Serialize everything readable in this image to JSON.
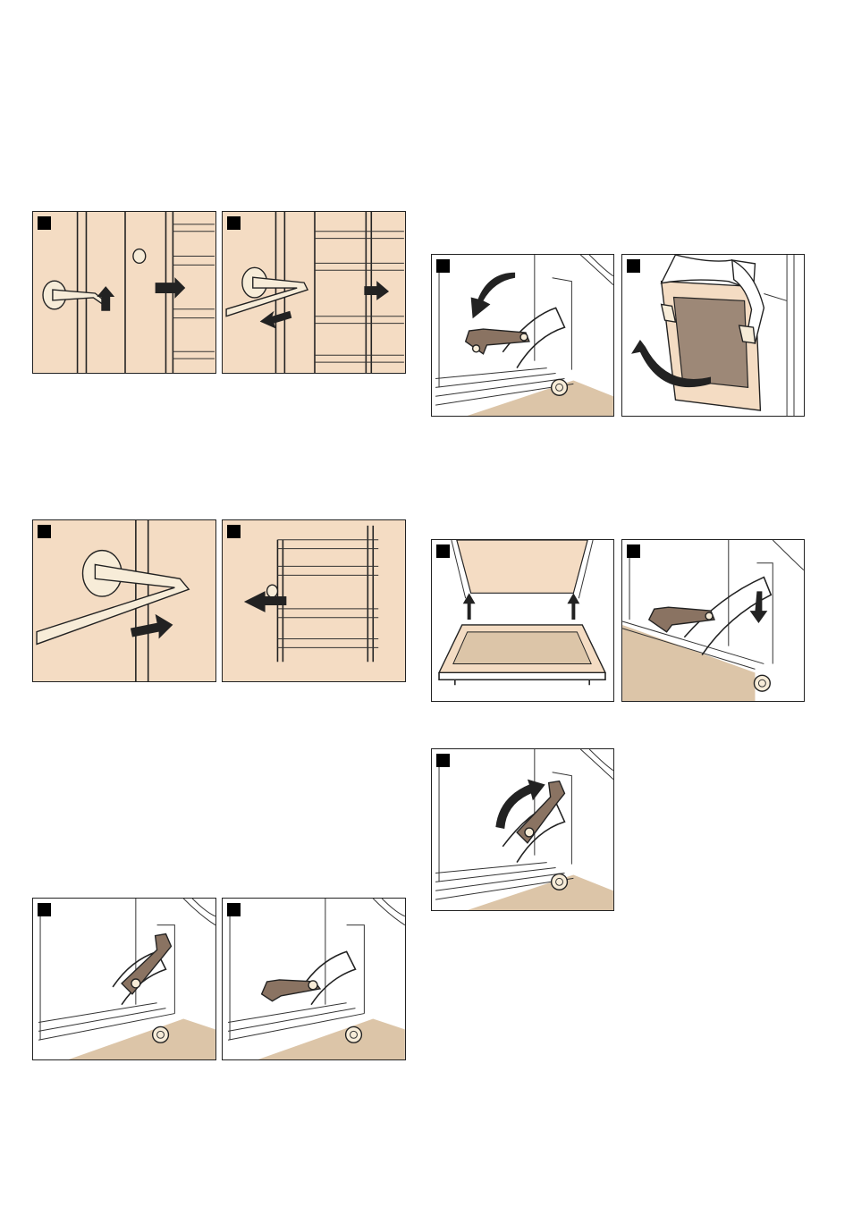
{
  "figures": [
    {
      "id": "fig-rail-lift",
      "badge": ""
    },
    {
      "id": "fig-rail-remove",
      "badge": ""
    },
    {
      "id": "fig-rail-insert",
      "badge": ""
    },
    {
      "id": "fig-rail-fit",
      "badge": ""
    },
    {
      "id": "fig-hinge-lock-up",
      "badge": ""
    },
    {
      "id": "fig-hinge-lock-down",
      "badge": ""
    },
    {
      "id": "fig-hinge-fold",
      "badge": ""
    },
    {
      "id": "fig-door-lift",
      "badge": ""
    },
    {
      "id": "fig-door-insert",
      "badge": ""
    },
    {
      "id": "fig-hinge-engage",
      "badge": ""
    },
    {
      "id": "fig-hinge-close",
      "badge": ""
    }
  ]
}
